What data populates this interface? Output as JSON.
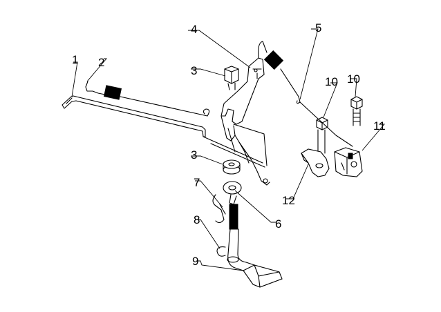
{
  "callouts": [
    {
      "id": "c1",
      "label": "1"
    },
    {
      "id": "c2",
      "label": "2"
    },
    {
      "id": "c3a",
      "label": "3"
    },
    {
      "id": "c4",
      "label": "4"
    },
    {
      "id": "c5",
      "label": "5"
    },
    {
      "id": "c10a",
      "label": "10"
    },
    {
      "id": "c10b",
      "label": "10"
    },
    {
      "id": "c11",
      "label": "11"
    },
    {
      "id": "c3b",
      "label": "3"
    },
    {
      "id": "c7",
      "label": "7"
    },
    {
      "id": "c6",
      "label": "6"
    },
    {
      "id": "c12",
      "label": "12"
    },
    {
      "id": "c8",
      "label": "8"
    },
    {
      "id": "c9",
      "label": "9"
    }
  ]
}
